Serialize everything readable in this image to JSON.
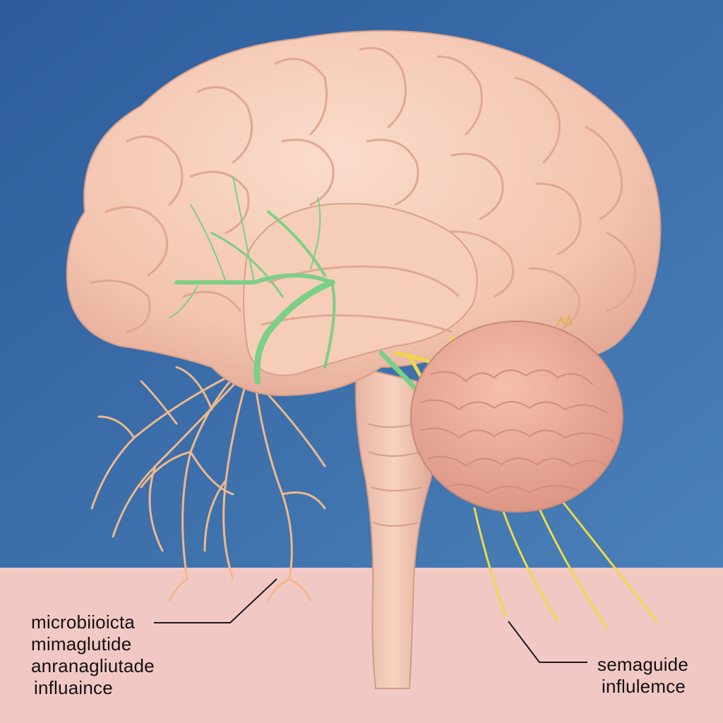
{
  "labels": {
    "left": {
      "lines": [
        "microbiioicta",
        "mimaglutide",
        "anranagliutade",
        "influaince"
      ]
    },
    "right": {
      "lines": [
        "semaguide",
        "influlemce"
      ]
    }
  },
  "colors": {
    "background_top": "#3a6ea8",
    "background_bottom": "#f2c8c4",
    "brain_tissue": "#f6cbb6",
    "cerebellum": "#eba99a",
    "green_vessels": "#7ccf86",
    "yellow_nerves": "#f0d848",
    "peach_nerves": "#f0b88a"
  }
}
